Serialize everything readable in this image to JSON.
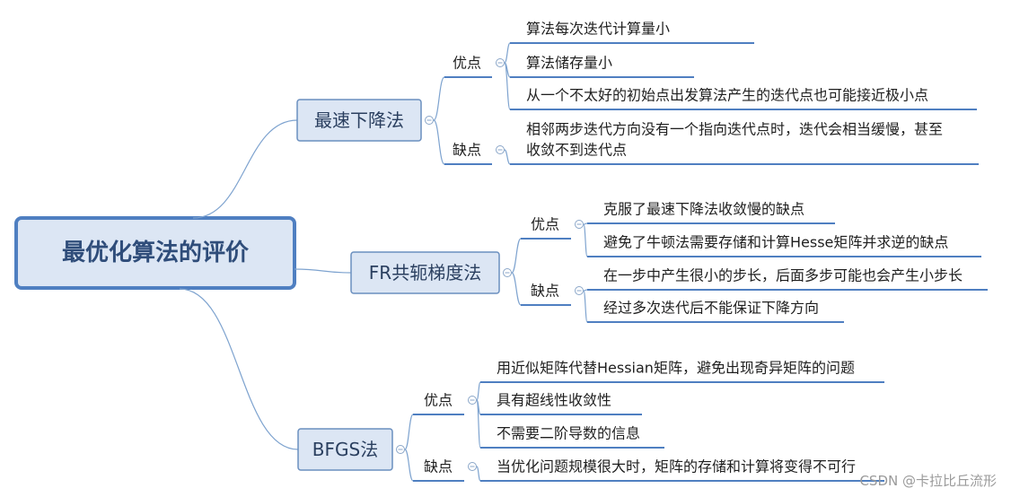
{
  "root": {
    "label": "最优化算法的评价"
  },
  "methods": [
    {
      "label": "最速下降法",
      "pros": {
        "label": "优点",
        "items": [
          [
            "算法每次迭代计算量小"
          ],
          [
            "算法储存量小"
          ],
          [
            "从一个不太好的初始点出发算法产生的迭代点也可能接近极小点"
          ]
        ]
      },
      "cons": {
        "label": "缺点",
        "items": [
          [
            "相邻两步迭代方向没有一个指向迭代点时，迭代会相当缓慢，甚至",
            "收敛不到迭代点"
          ]
        ]
      }
    },
    {
      "label": "FR共轭梯度法",
      "pros": {
        "label": "优点",
        "items": [
          [
            "克服了最速下降法收敛慢的缺点"
          ],
          [
            "避免了牛顿法需要存储和计算Hesse矩阵并求逆的缺点"
          ]
        ]
      },
      "cons": {
        "label": "缺点",
        "items": [
          [
            "在一步中产生很小的步长，后面多步可能也会产生小步长"
          ],
          [
            "经过多次迭代后不能保证下降方向"
          ]
        ]
      }
    },
    {
      "label": "BFGS法",
      "pros": {
        "label": "优点",
        "items": [
          [
            "用近似矩阵代替Hessian矩阵，避免出现奇异矩阵的问题"
          ],
          [
            "具有超线性收敛性"
          ],
          [
            "不需要二阶导数的信息"
          ]
        ]
      },
      "cons": {
        "label": "缺点",
        "items": [
          [
            "当优化问题规模很大时，矩阵的存储和计算将变得不可行"
          ]
        ]
      }
    }
  ],
  "watermark": "CSDN @卡拉比丘流形"
}
